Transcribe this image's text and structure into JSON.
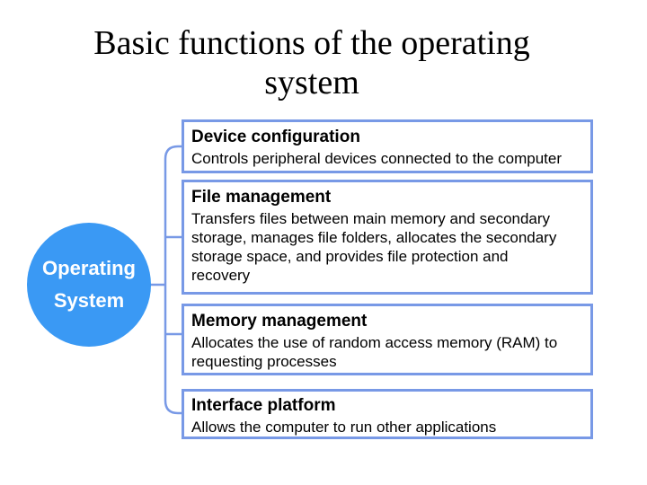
{
  "slide": {
    "title": "Basic functions of the operating system"
  },
  "colors": {
    "node_fill": "#3A99F4",
    "node_text": "#FFFFFF",
    "connector": "#7899E6",
    "box_border": "#7899E6",
    "box_background": "#FFFFFF",
    "title_color": "#000000",
    "body_text": "#000000"
  },
  "center_node": {
    "label": "Operating\nSystem"
  },
  "boxes": [
    {
      "heading": "Device configuration",
      "body": "Controls peripheral devices connected to the computer"
    },
    {
      "heading": "File management",
      "body": "Transfers files between main memory and secondary\nstorage, manages file folders, allocates the secondary\nstorage space, and provides file protection and\nrecovery"
    },
    {
      "heading": "Memory management",
      "body": "Allocates the use of random access memory (RAM) to\nrequesting processes"
    },
    {
      "heading": "Interface platform",
      "body": "Allows the computer to run other applications"
    }
  ]
}
